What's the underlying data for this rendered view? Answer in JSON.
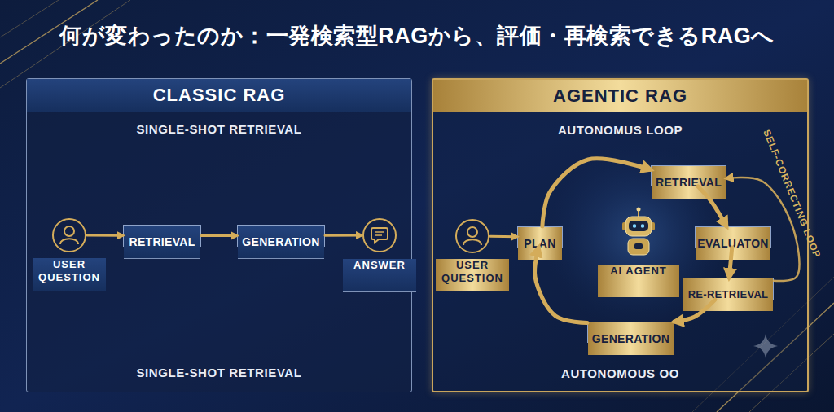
{
  "diagram": {
    "title": "何が変わったのか：一発検索型RAGから、評価・再検索できるRAGへ",
    "nodes": [
      {
        "text": [
          "CLASSIC RAG",
          "SINGLE-SHOT RETRIEVAL",
          "SINGLE-SHOT RETRIEVAL"
        ]
      },
      {
        "text": [
          "USER QUESTION"
        ],
        "in": 0
      },
      {
        "text": [
          "RETRIEVAL"
        ],
        "in": 0
      },
      {
        "text": [
          "GENERATION"
        ],
        "in": 0
      },
      {
        "text": [
          "ANSWER"
        ],
        "in": 0
      },
      {
        "text": [
          "AGENTIC RAG",
          "AUTONOMUS LOOP",
          "AUTONOMOUS OO"
        ]
      },
      {
        "text": [
          "USER QUESTION"
        ],
        "in": 5
      },
      {
        "text": [
          "PLAN"
        ],
        "in": 5
      },
      {
        "text": [
          "AI AGENT"
        ],
        "in": 5
      },
      {
        "text": [
          "RETRIEVAL"
        ],
        "in": 5
      },
      {
        "text": [
          "EVALUATON"
        ],
        "in": 5
      },
      {
        "text": [
          "RE-RETRIEVAL"
        ],
        "in": 5
      },
      {
        "text": [
          "GENERATION"
        ],
        "in": 5
      }
    ],
    "edges": [
      {
        "from": 1,
        "to": 2,
        "arrow": "to"
      },
      {
        "from": 2,
        "to": 3,
        "arrow": "to"
      },
      {
        "from": 3,
        "to": 4,
        "arrow": "to"
      },
      {
        "from": 6,
        "to": 7,
        "arrow": "to"
      },
      {
        "from": 7,
        "to": 9,
        "arrow": "to"
      },
      {
        "from": 9,
        "to": 10,
        "arrow": "to"
      },
      {
        "from": 10,
        "to": 11,
        "arrow": "to"
      },
      {
        "from": 11,
        "to": 12,
        "arrow": "to"
      },
      {
        "from": 12,
        "to": 7,
        "arrow": "to"
      },
      {
        "from": 11,
        "to": 9,
        "label": "SELF-CORRECTING LOOP",
        "arrow": "to"
      }
    ]
  }
}
